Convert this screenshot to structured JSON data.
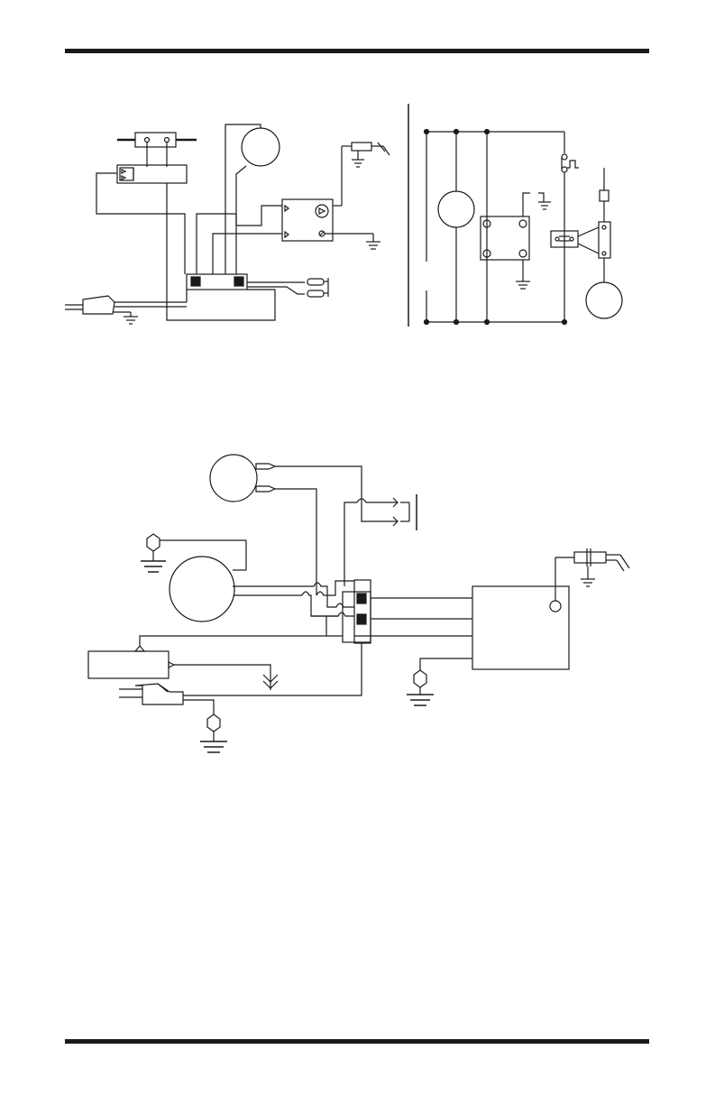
{
  "page": {
    "background": "#ffffff",
    "ink": "#1a1a1a"
  },
  "diagrams": [
    {
      "name": "wiring-diagram-upper-left",
      "icons": [
        "motor-circle-icon",
        "thermostat-icon",
        "terminal-block-icon",
        "control-module-icon",
        "igniter-electrode-icon",
        "ground-icon",
        "power-plug-icon",
        "connector-icon"
      ]
    },
    {
      "name": "ladder-schematic-upper-right",
      "icons": [
        "motor-circle-icon",
        "switch-icon",
        "control-module-icon",
        "relay-icon",
        "igniter-electrode-icon",
        "ground-icon"
      ]
    },
    {
      "name": "wiring-diagram-lower",
      "icons": [
        "motor-circle-icon",
        "blower-motor-icon",
        "junction-box-icon",
        "control-box-icon",
        "igniter-electrode-icon",
        "ground-icon",
        "hex-ground-terminal-icon",
        "power-plug-icon",
        "thermostat-icon",
        "switch-icon"
      ]
    }
  ]
}
